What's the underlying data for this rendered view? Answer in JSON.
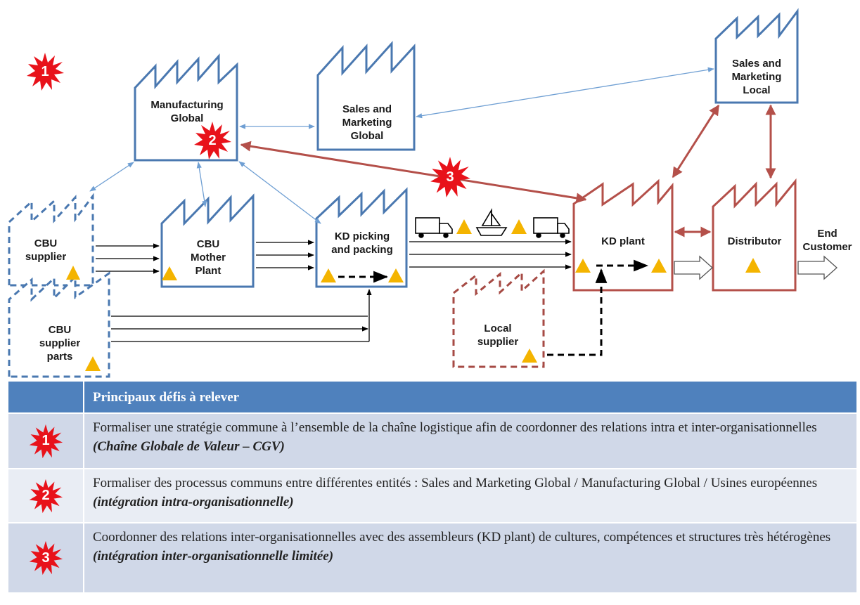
{
  "diagram": {
    "badges": [
      "1",
      "2",
      "3"
    ],
    "facilities": {
      "manufacturing_global": "Manufacturing\nGlobal",
      "sales_marketing_global": "Sales and\nMarketing\nGlobal",
      "sales_marketing_local": "Sales and\nMarketing\nLocal",
      "cbu_supplier": "CBU\nsupplier",
      "cbu_mother_plant": "CBU\nMother\nPlant",
      "kd_picking_packing": "KD picking\nand packing",
      "kd_plant": "KD plant",
      "distributor": "Distributor",
      "cbu_supplier_parts": "CBU\nsupplier\nparts",
      "local_supplier": "Local\nsupplier"
    },
    "end_customer": "End\nCustomer",
    "colors": {
      "global_blue": "#4a78b0",
      "local_red": "#b4504a",
      "local_supplier_red": "#a64a44",
      "badge_red": "#e8121a",
      "triangle_yellow": "#f4b400",
      "connector_blue": "#6f9fd3"
    }
  },
  "table": {
    "header": "Principaux  défis à relever",
    "rows": [
      {
        "badge": "1",
        "text": "Formaliser une stratégie commune à l’ensemble de la chaîne logistique afin de coordonner des relations intra et inter-organisationnelles ",
        "emphasis": "(Chaîne Globale de Valeur – CGV)"
      },
      {
        "badge": "2",
        "text": "Formaliser des processus communs entre différentes entités : Sales and Marketing Global / Manufacturing Global / Usines européennes ",
        "emphasis": "(intégration intra-organisationnelle)"
      },
      {
        "badge": "3",
        "text": "Coordonner des relations inter-organisationnelles avec des assembleurs (KD plant) de cultures, compétences et structures très hétérogènes ",
        "emphasis": "(intégration inter-organisationnelle limitée)"
      }
    ],
    "colors": {
      "header_bg": "#4f81bd",
      "row_dark": "#d0d8e8",
      "row_light": "#e9edf4"
    }
  }
}
